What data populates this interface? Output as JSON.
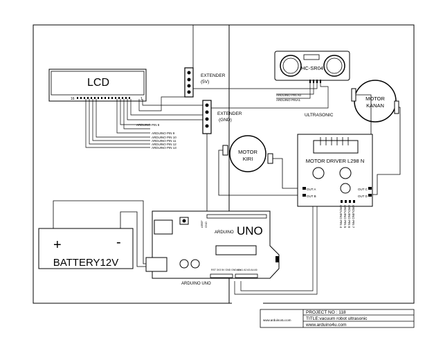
{
  "lcd": {
    "label": "LCD",
    "pin_left": "16",
    "pin_right": "1"
  },
  "extender_5v": {
    "line1": "EXTENDER",
    "line2": "(5V)"
  },
  "extender_gnd": {
    "line1": "EXTENDER",
    "line2": "(GND)"
  },
  "ultrasonic": {
    "module": "HC-SR04",
    "label": "ULTRASONIC",
    "pin_a0": "ARDUINO PIN A0",
    "pin_a1": "ARDUINO PINA1"
  },
  "lcd_pins": [
    "ARDUINO PIN 8",
    "ARDUINO PIN  9",
    "ARDUINO PIN 10",
    "ARDUINO PIN 11",
    "ARDUINO PIN 12",
    "ARDUINO PIN 13"
  ],
  "motor_kanan": {
    "line1": "MOTOR",
    "line2": "KANAN"
  },
  "motor_kiri": {
    "line1": "MOTOR",
    "line2": "KIRI"
  },
  "driver": {
    "label": "MOTOR DRIVER  L298 N",
    "out_a": "OUT A",
    "out_b": "OUT B",
    "out_c": "OUT C",
    "out_d": "OUT D",
    "pins": [
      "ARDUINO PIN 4",
      "ARDUINO PIN 5",
      "ARDUINO PIN 6",
      "ARDUINO PIN 7"
    ]
  },
  "battery": {
    "label": "BATTERY12V",
    "plus": "+",
    "minus": "-"
  },
  "arduino": {
    "brand": "ARDUINO",
    "model": "UNO",
    "caption": "ARDUINO UNO",
    "aref": "AREF",
    "gnd": "GND",
    "power_pins": "RST 3V3 5V GND GND Vin",
    "analog_pins": "A0 A1 A2 A3 A4 A5"
  },
  "title_block": {
    "logo_text": "www.arduino4u.com",
    "project_no": "PROJECT NO : 118",
    "title": "TITLE:vacuum robot ultrasonic",
    "website": "www.arduino4u.com"
  }
}
